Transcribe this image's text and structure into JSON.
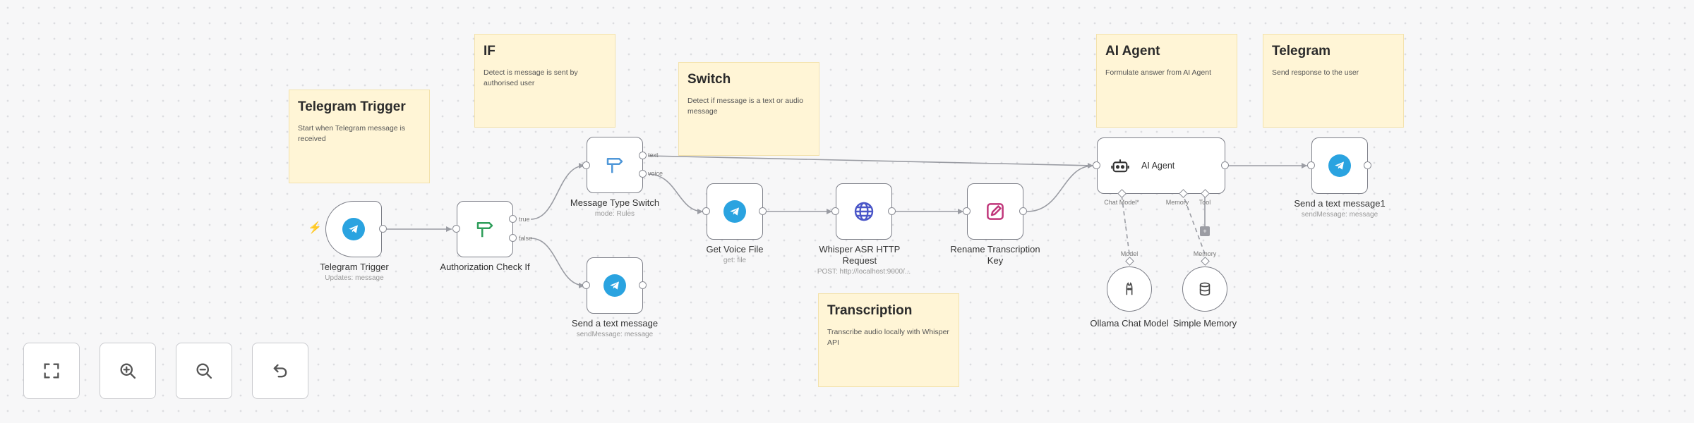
{
  "sticky_notes": {
    "telegram_trigger": {
      "title": "Telegram Trigger",
      "text": "Start when Telegram message is received"
    },
    "if": {
      "title": "IF",
      "text": "Detect is message is sent by authorised user"
    },
    "switch": {
      "title": "Switch",
      "text": "Detect if message is a text or audio message"
    },
    "ai_agent": {
      "title": "AI Agent",
      "text": "Formulate answer from AI Agent"
    },
    "telegram": {
      "title": "Telegram",
      "text": "Send response to the user"
    },
    "transcription": {
      "title": "Transcription",
      "text": "Transcribe audio locally with Whisper API"
    }
  },
  "nodes": {
    "telegram_trigger": {
      "name": "Telegram Trigger",
      "subtitle": "Updates: message"
    },
    "authorization_check": {
      "name": "Authorization Check If",
      "outputs": [
        "true",
        "false"
      ]
    },
    "message_type_switch": {
      "name": "Message Type Switch",
      "subtitle": "mode: Rules",
      "outputs": [
        "text",
        "voice"
      ]
    },
    "send_text_message": {
      "name": "Send a text message",
      "subtitle": "sendMessage: message"
    },
    "get_voice_file": {
      "name": "Get Voice File",
      "subtitle": "get: file"
    },
    "whisper_request": {
      "name": "Whisper ASR HTTP Request",
      "subtitle": "POST: http://localhost:9000/..."
    },
    "rename_key": {
      "name": "Rename Transcription Key"
    },
    "ai_agent": {
      "name": "AI Agent",
      "ports": [
        "Chat Model*",
        "Memory",
        "Tool"
      ]
    },
    "send_text_message1": {
      "name": "Send a text message1",
      "subtitle": "sendMessage: message"
    },
    "ollama_chat_model": {
      "name": "Ollama Chat Model",
      "port": "Model"
    },
    "simple_memory": {
      "name": "Simple Memory",
      "port": "Memory"
    }
  },
  "icons": {
    "telegram": "telegram-icon",
    "if": "signpost-icon",
    "switch": "signpost-icon",
    "http": "globe-icon",
    "rename": "edit-icon",
    "agent": "robot-icon",
    "model": "llama-icon",
    "memory": "database-icon",
    "trigger": "lightning-icon"
  },
  "colors": {
    "telegram": "#2aa3e0",
    "if_icon": "#2e9e5a",
    "switch_icon": "#4f97d8",
    "http_icon": "#4a56c8",
    "rename_icon": "#c0367a",
    "sticky_bg": "#fff5d6",
    "trigger_bolt": "#e8555f"
  },
  "canvas_controls": {
    "fit_view": "fit-view-icon",
    "zoom_in": "zoom-in-icon",
    "zoom_out": "zoom-out-icon",
    "reset": "reset-zoom-icon"
  }
}
